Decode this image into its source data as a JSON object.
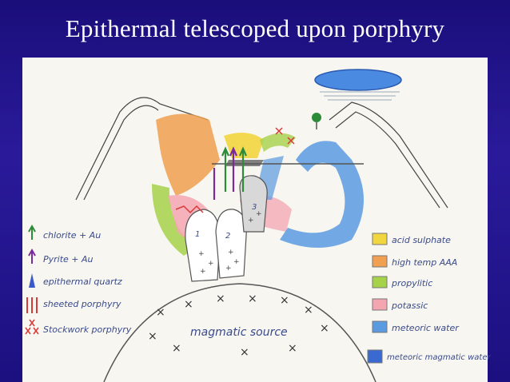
{
  "slide": {
    "title": "Epithermal telescoped upon porphyry"
  },
  "legend_left": [
    {
      "symbol": "green-arrow",
      "label": "chlorite + Au",
      "color": "#2e8b3a"
    },
    {
      "symbol": "purple-arrow",
      "label": "Pyrite + Au",
      "color": "#7a2a9a"
    },
    {
      "symbol": "blue-arrow",
      "label": "epithermal quartz",
      "color": "#3a5ac8"
    },
    {
      "symbol": "red-lines",
      "label": "sheeted porphyry",
      "color": "#d83a3a"
    },
    {
      "symbol": "red-crosses",
      "label": "Stockwork porphyry",
      "color": "#d83a3a"
    }
  ],
  "legend_right": [
    {
      "label": "acid sulphate",
      "color": "#f2d640"
    },
    {
      "label": "high temp AAA",
      "color": "#f0a050"
    },
    {
      "label": "propylitic",
      "color": "#a6d24a"
    },
    {
      "label": "potassic",
      "color": "#f4a6b0"
    },
    {
      "label": "meteoric water",
      "color": "#5a9ae0"
    },
    {
      "label": "meteoric magmatic water",
      "color": "#3a6ad0"
    }
  ],
  "diagram": {
    "source_label": "magmatic source",
    "intrusion_labels": [
      "1",
      "2",
      "3"
    ]
  }
}
